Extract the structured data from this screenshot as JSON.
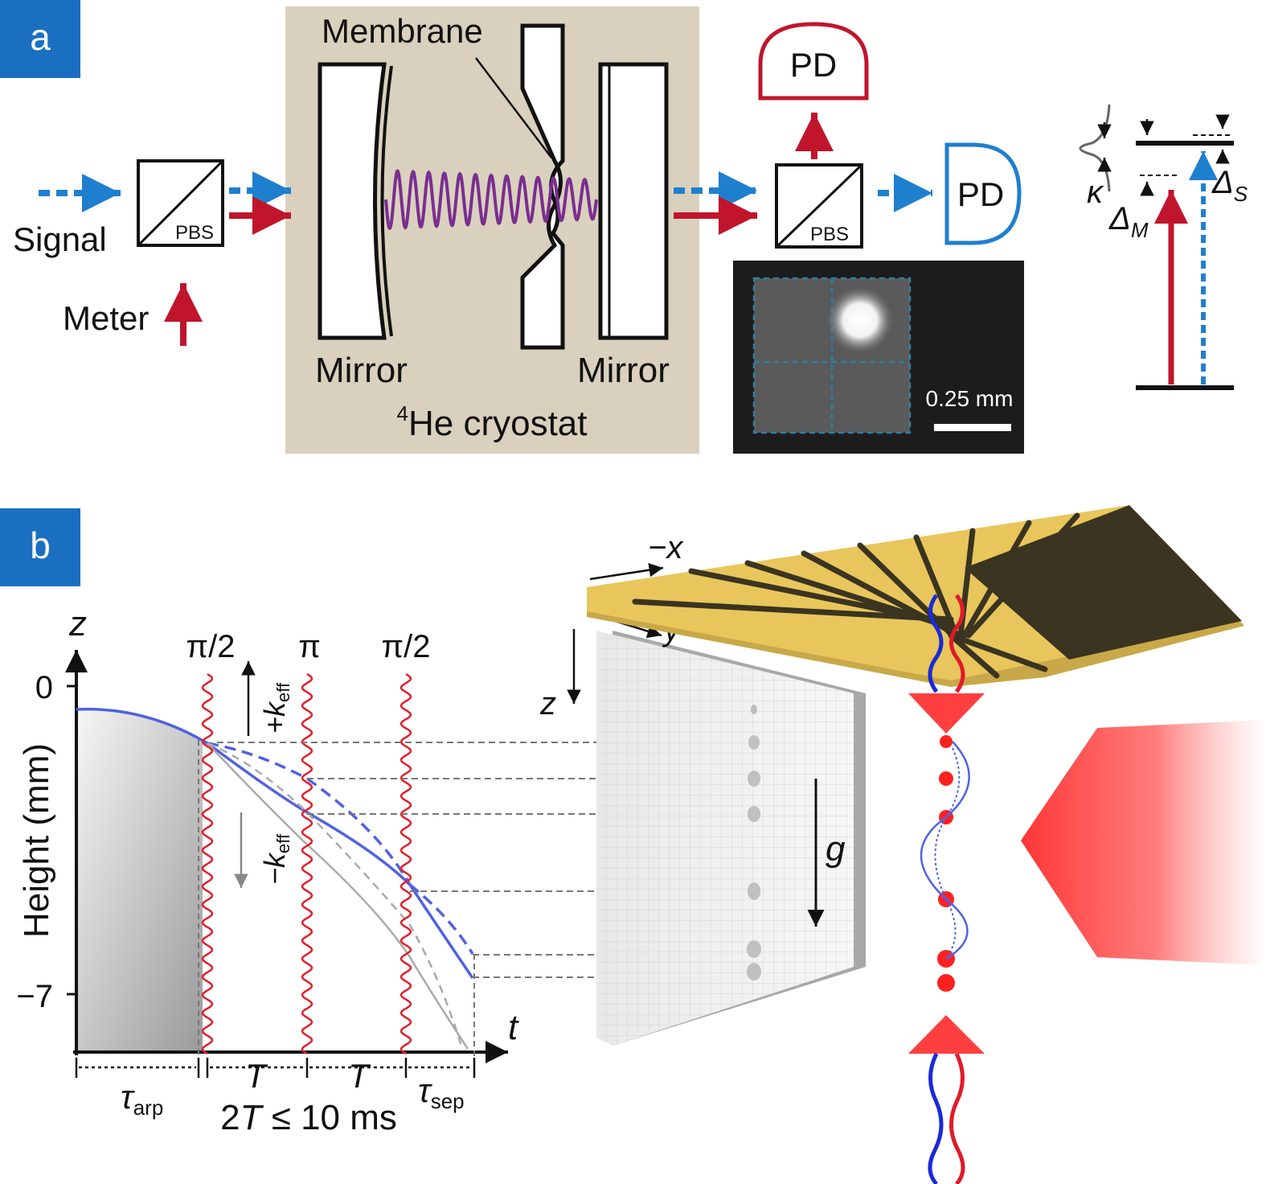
{
  "panel_a": {
    "badge": "a",
    "signal_label": "Signal",
    "meter_label": "Meter",
    "pbs_label": "PBS",
    "membrane_label": "Membrane",
    "mirror_left_label": "Mirror",
    "mirror_right_label": "Mirror",
    "cryostat_sup": "4",
    "cryostat_label": "He cryostat",
    "pd_label": "PD",
    "scale_bar_label": "0.25 mm",
    "level_labels": {
      "kappa": "κ",
      "delta_s": "Δ",
      "delta_s_sub": "S",
      "delta_m": "Δ",
      "delta_m_sub": "M"
    }
  },
  "panel_b": {
    "badge": "b",
    "axis_z": "z",
    "axis_t": "t",
    "ylabel": "Height (mm)",
    "ytick_top": "0",
    "ytick_bottom": "−7",
    "pulse_labels": [
      "π/2",
      "π",
      "π/2"
    ],
    "k_up": "+k",
    "k_down": "−k",
    "k_sub": "eff",
    "tau_arp": "τ",
    "tau_arp_sub": "arp",
    "tau_sep": "τ",
    "tau_sep_sub": "sep",
    "T_label": "T",
    "duration_pre": "2",
    "duration_T": "T",
    "duration_post": " ≤ 10 ms",
    "axis3d_x": "−x",
    "axis3d_y": "y",
    "axis3d_z": "z",
    "g_label": "g"
  },
  "colors": {
    "badge_blue": "#1a6fc0",
    "signal_blue": "#1f7fcf",
    "meter_red": "#c0152b",
    "membrane_purple": "#7a2e90",
    "cryostat_bg": "#d9d1bd",
    "trajectory_blue": "#5062e0",
    "chip_gold": "#e8c65c"
  }
}
